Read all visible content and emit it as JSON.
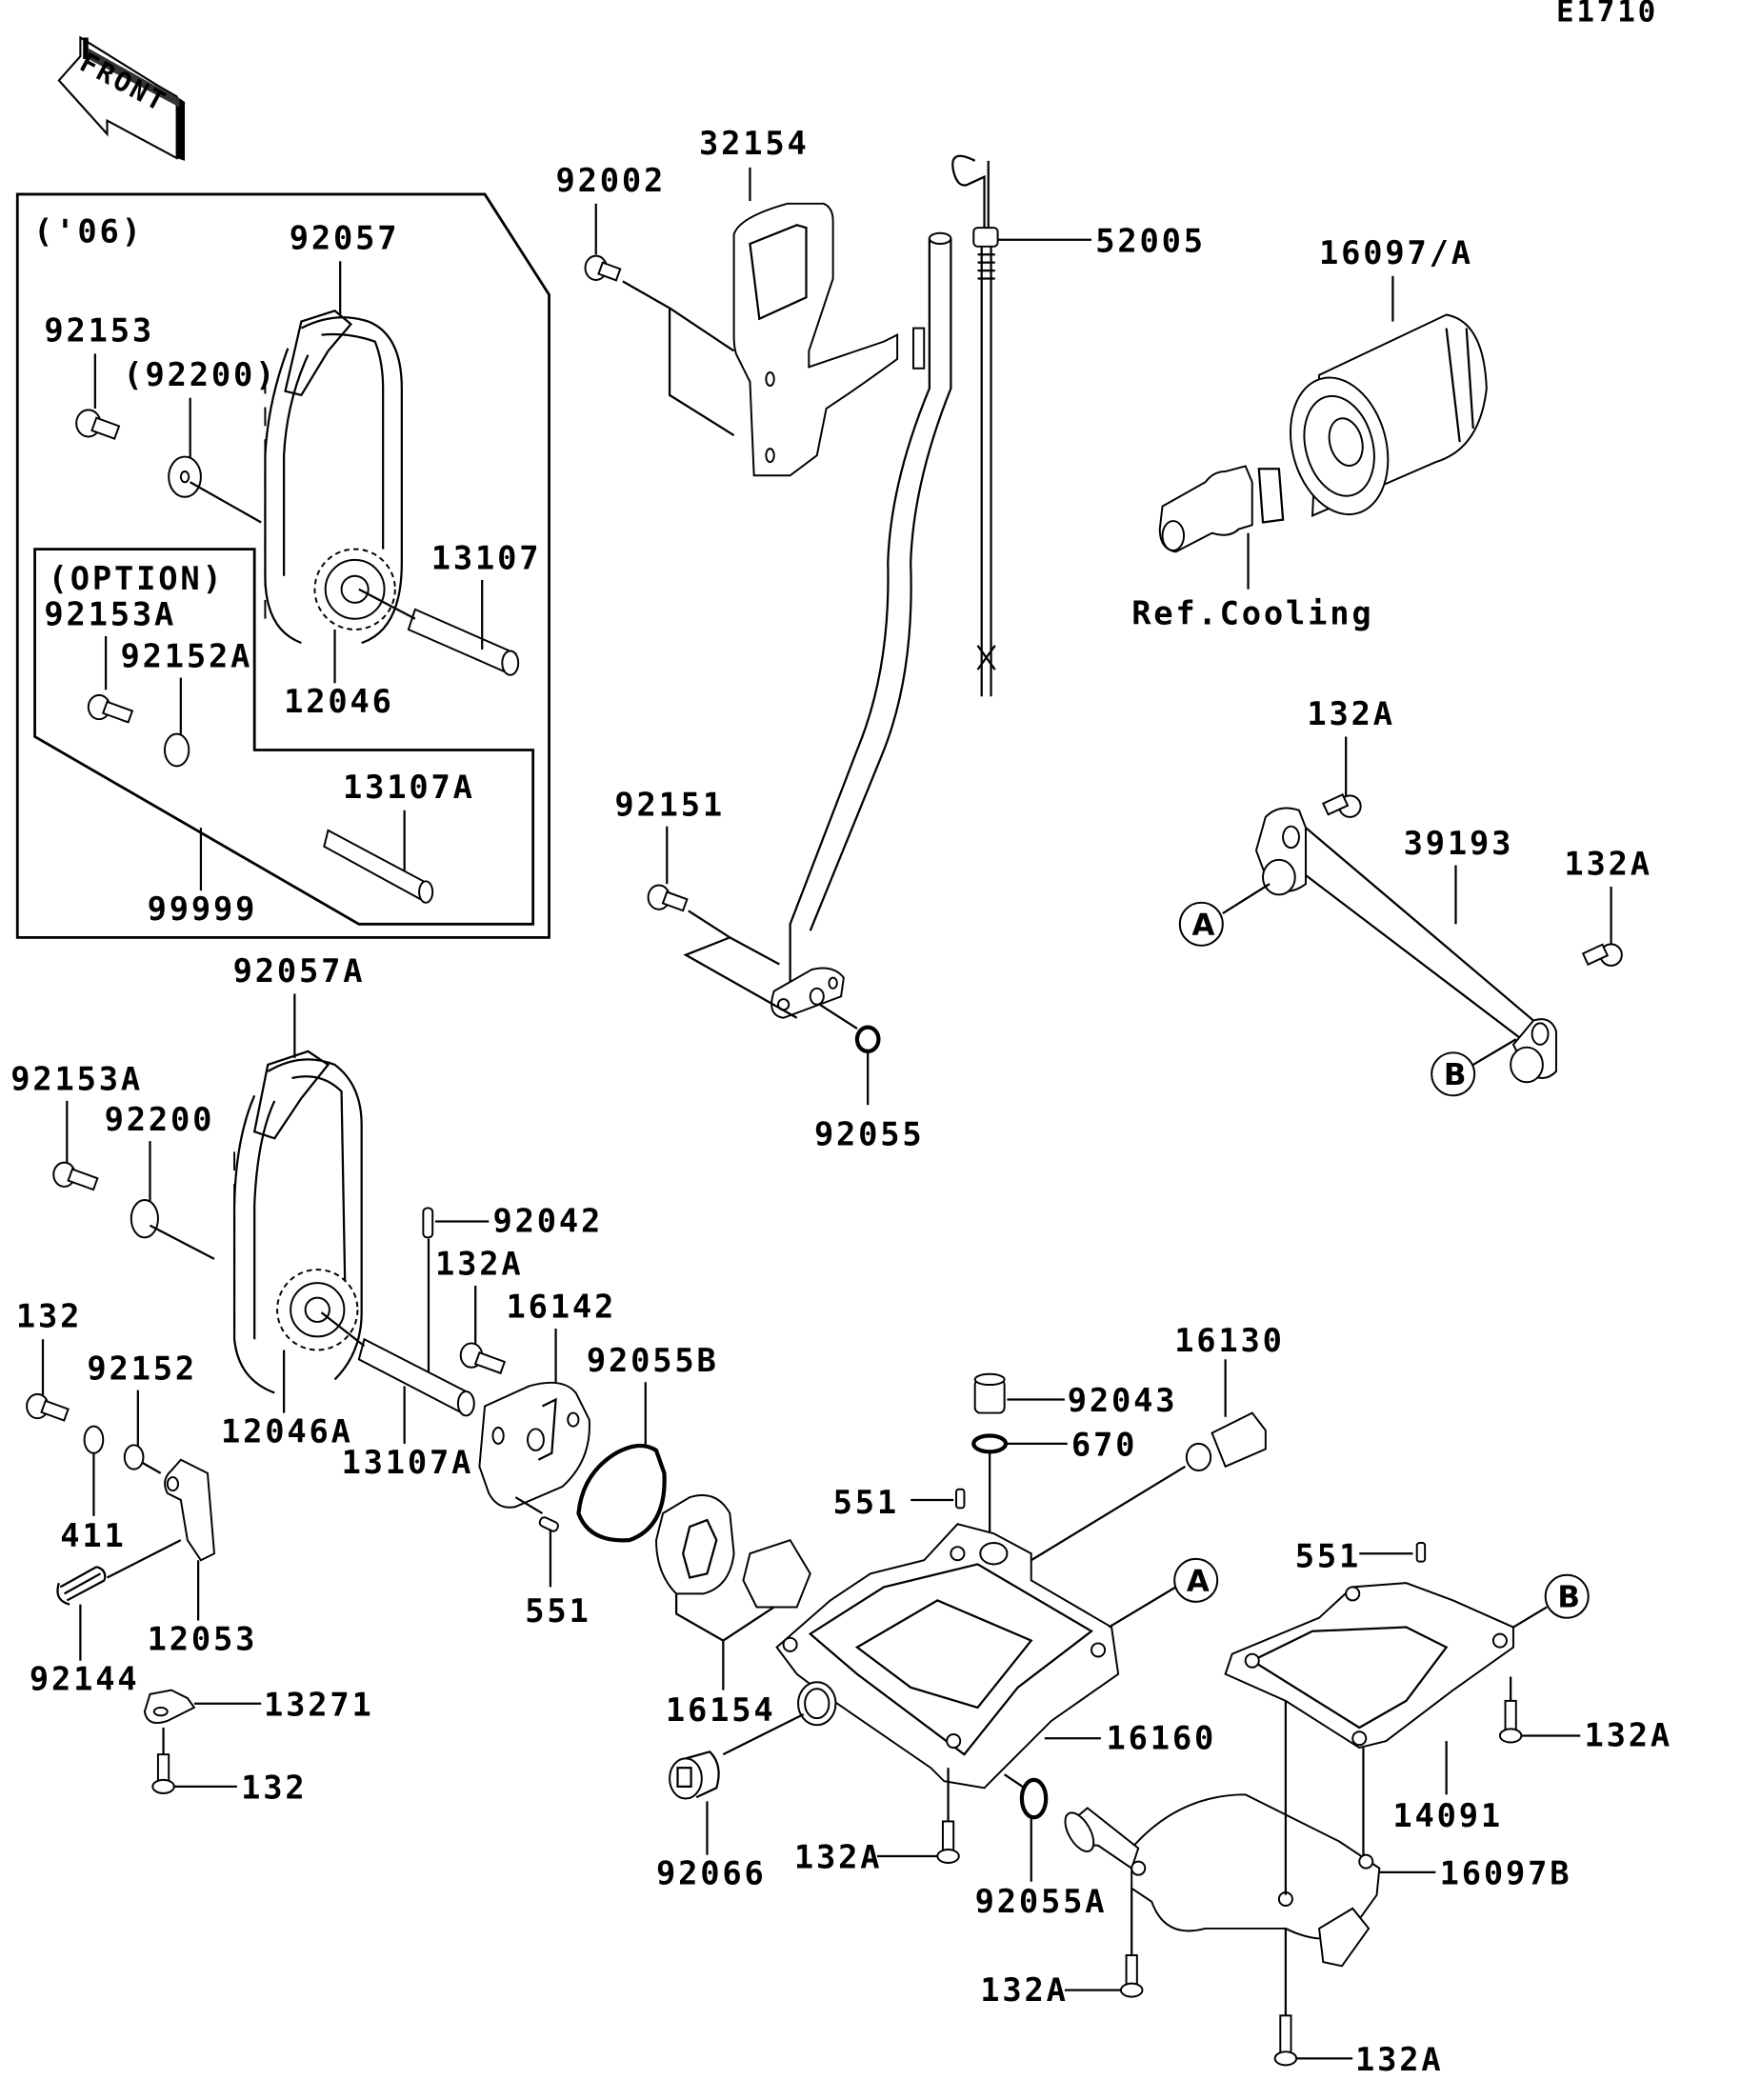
{
  "diagram": {
    "code": "E1710",
    "front_label": "FRONT",
    "box_06": {
      "title": "('06)",
      "parts": [
        "92057",
        "92153",
        "(92200)",
        "13107",
        "12046"
      ]
    },
    "box_option": {
      "title": "(OPTION)",
      "parts": [
        "92153A",
        "92152A",
        "13107A",
        "99999"
      ]
    },
    "parts": {
      "p32154": "32154",
      "p92002": "92002",
      "p52005": "52005",
      "p16097A": "16097/A",
      "ref_cooling": "Ref.Cooling",
      "p132A_a": "132A",
      "p39193": "39193",
      "p132A_b": "132A",
      "p92151": "92151",
      "p92055": "92055",
      "p92057A": "92057A",
      "p92153A": "92153A",
      "p92200": "92200",
      "p92042": "92042",
      "p132A_c": "132A",
      "p16142": "16142",
      "p92055B": "92055B",
      "p132": "132",
      "p92152": "92152",
      "p12046A": "12046A",
      "p13107A": "13107A",
      "p411": "411",
      "p551_a": "551",
      "p12053": "12053",
      "p92144": "92144",
      "p13271": "13271",
      "p132_b": "132",
      "p16130": "16130",
      "p92043": "92043",
      "p670": "670",
      "p551_b": "551",
      "p16154": "16154",
      "p16160": "16160",
      "p92066": "92066",
      "p132A_d": "132A",
      "p92055A": "92055A",
      "p551_c": "551",
      "p14091": "14091",
      "p132A_e": "132A",
      "p16097B": "16097B",
      "p132A_f": "132A",
      "p132A_g": "132A"
    },
    "refs": {
      "A": "A",
      "B": "B"
    }
  }
}
